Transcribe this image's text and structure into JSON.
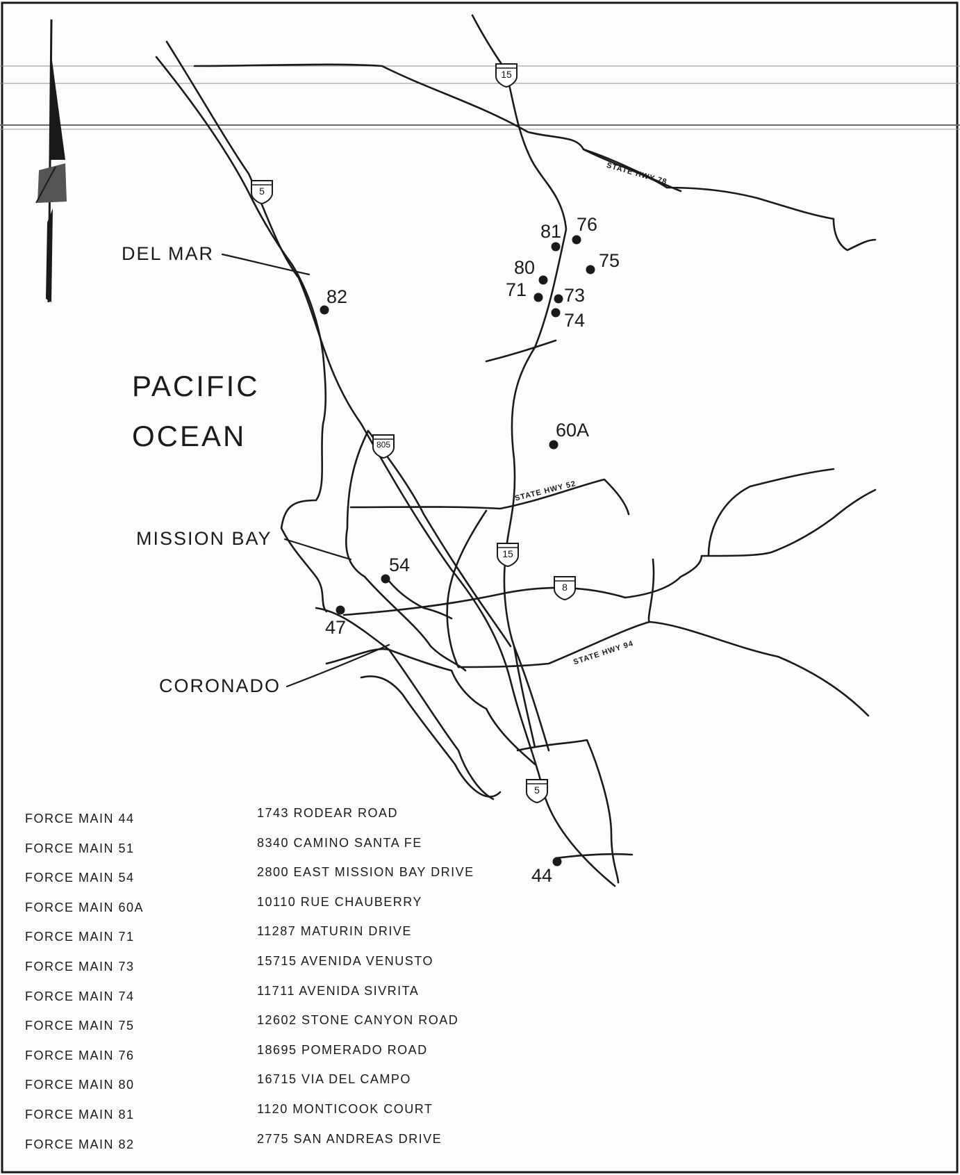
{
  "places": {
    "del_mar": "DEL MAR",
    "pacific_ocean_line1": "PACIFIC",
    "pacific_ocean_line2": "OCEAN",
    "mission_bay": "MISSION BAY",
    "coronado": "CORONADO"
  },
  "highways": {
    "i15_north": "15",
    "i15_south": "15",
    "i5_north": "5",
    "i5_south": "5",
    "i805": "805",
    "i8": "8",
    "sr78": "STATE HWY 78",
    "sr52": "STATE HWY 52",
    "sr94": "STATE HWY 94"
  },
  "sites": [
    "81",
    "76",
    "75",
    "80",
    "71",
    "73",
    "74",
    "82",
    "60A",
    "54",
    "47",
    "44"
  ],
  "legend": [
    {
      "name": "FORCE MAIN 44",
      "address": "1743 RODEAR ROAD"
    },
    {
      "name": "FORCE MAIN 51",
      "address": "8340 CAMINO SANTA FE"
    },
    {
      "name": "FORCE MAIN 54",
      "address": "2800 EAST MISSION BAY DRIVE"
    },
    {
      "name": "FORCE MAIN 60A",
      "address": "10110 RUE CHAUBERRY"
    },
    {
      "name": "FORCE MAIN 71",
      "address": "11287 MATURIN DRIVE"
    },
    {
      "name": "FORCE MAIN 73",
      "address": "15715 AVENIDA VENUSTO"
    },
    {
      "name": "FORCE MAIN 74",
      "address": "11711 AVENIDA SIVRITA"
    },
    {
      "name": "FORCE MAIN 75",
      "address": "12602 STONE CANYON ROAD"
    },
    {
      "name": "FORCE MAIN 76",
      "address": "18695 POMERADO ROAD"
    },
    {
      "name": "FORCE MAIN 80",
      "address": "16715 VIA DEL CAMPO"
    },
    {
      "name": "FORCE MAIN 81",
      "address": "1120 MONTICOOK COURT"
    },
    {
      "name": "FORCE MAIN 82",
      "address": "2775 SAN ANDREAS DRIVE"
    }
  ],
  "colors": {
    "ink": "#1a1a1a",
    "paper": "#fdfdfc",
    "scan_line": "#8a8a8a"
  }
}
